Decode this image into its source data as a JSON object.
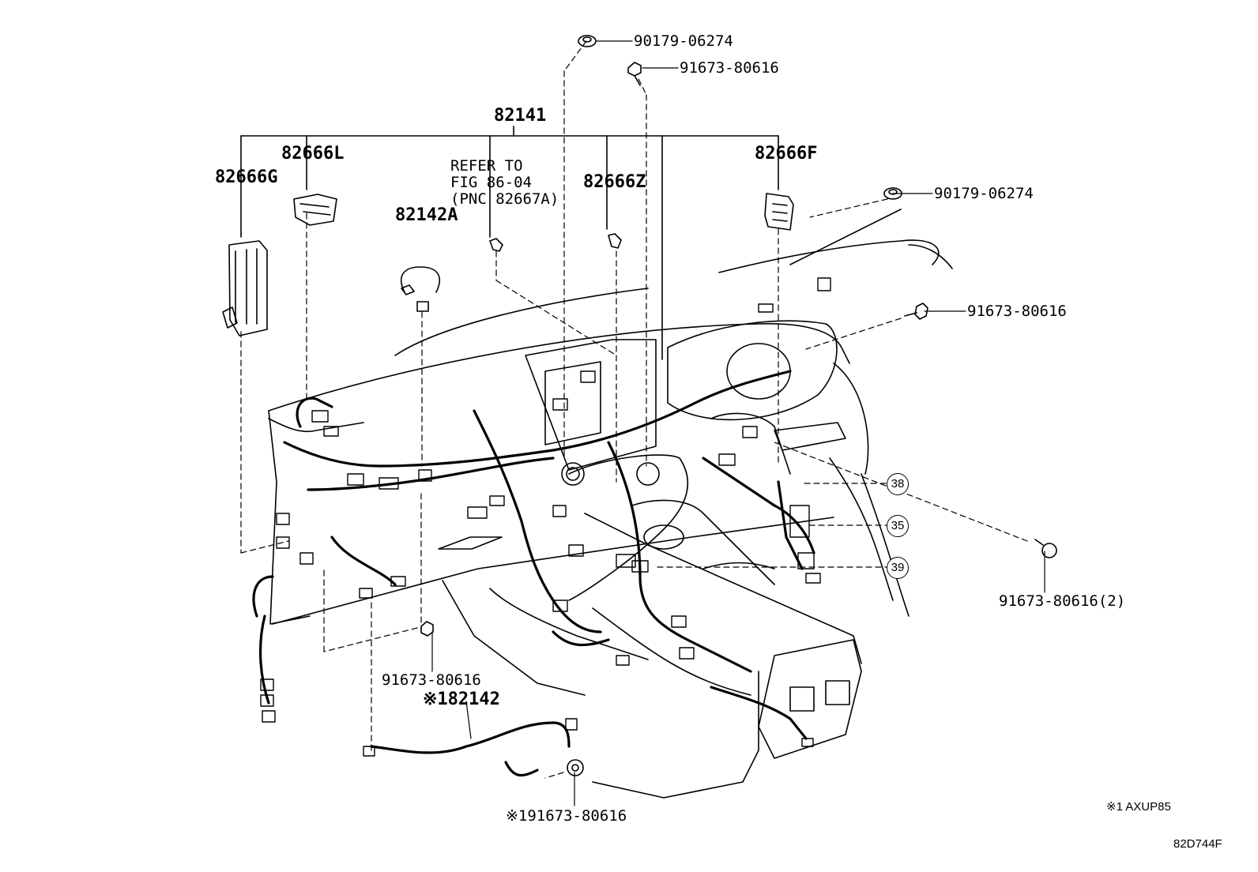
{
  "labels": {
    "clip_top": "90179-06274",
    "bolt_top": "91673-80616",
    "wire_main": "82141",
    "block_l": "82666L",
    "block_g": "82666G",
    "refer": "REFER TO\nFIG 86-04\n(PNC 82667A)",
    "block_z": "82666Z",
    "block_f": "82666F",
    "wire_a": "82142A",
    "clip_right": "90179-06274",
    "bolt_right": "91673-80616",
    "bolt_right_lower": "91673-80616(2)",
    "bolt_center": "91673-80616",
    "wire_console": "※182142",
    "bolt_bottom": "※191673-80616",
    "note": "※1 AXUP85",
    "figure_code": "82D744F"
  },
  "callouts": [
    "38",
    "35",
    "39"
  ]
}
